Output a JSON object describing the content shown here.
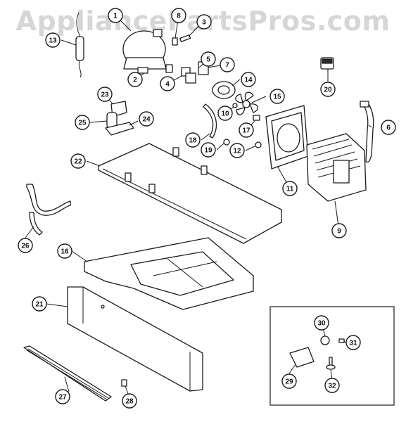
{
  "watermark": "AppliancePartsPros.com",
  "callouts": [
    {
      "label": "1"
    },
    {
      "label": "2"
    },
    {
      "label": "3"
    },
    {
      "label": "4"
    },
    {
      "label": "5"
    },
    {
      "label": "6"
    },
    {
      "label": "7"
    },
    {
      "label": "8"
    },
    {
      "label": "9"
    },
    {
      "label": "10"
    },
    {
      "label": "11"
    },
    {
      "label": "12"
    },
    {
      "label": "13"
    },
    {
      "label": "14"
    },
    {
      "label": "15"
    },
    {
      "label": "16"
    },
    {
      "label": "17"
    },
    {
      "label": "18"
    },
    {
      "label": "19"
    },
    {
      "label": "20"
    },
    {
      "label": "21"
    },
    {
      "label": "22"
    },
    {
      "label": "23"
    },
    {
      "label": "24"
    },
    {
      "label": "25"
    },
    {
      "label": "26"
    },
    {
      "label": "27"
    },
    {
      "label": "28"
    },
    {
      "label": "29"
    },
    {
      "label": "30"
    },
    {
      "label": "31"
    },
    {
      "label": "32"
    }
  ]
}
